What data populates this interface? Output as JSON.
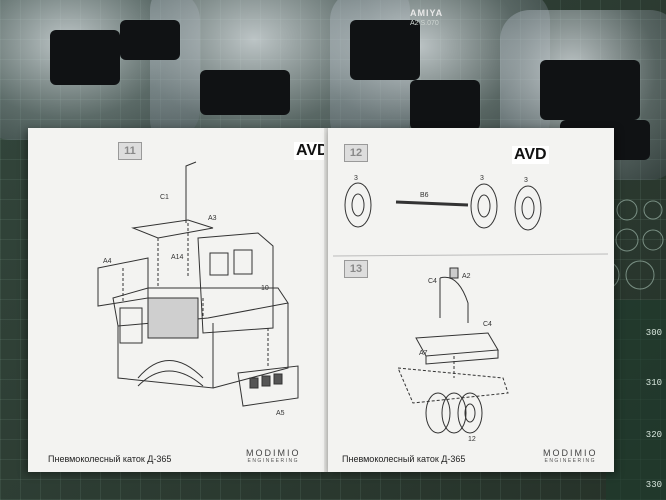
{
  "background": {
    "mat_brand_line1": "AMIYA",
    "mat_brand_line2": "A2 S.070"
  },
  "booklet": {
    "left_page": {
      "step_number": "11",
      "logo": "AVD",
      "part_labels": {
        "c1": "C1",
        "a3": "A3",
        "a4": "A4",
        "a14": "A14",
        "ten": "10",
        "a5": "A5"
      },
      "footer_title": "Пневмоколесный каток Д-365",
      "footer_brand": "MODIMIO",
      "footer_brand_sub": "ENGINEERING"
    },
    "right_page": {
      "step_number_top": "12",
      "logo": "AVD",
      "part_labels": {
        "wheel1": "3",
        "b6": "B6",
        "wheel2": "3",
        "wheel3": "3",
        "c4a": "C4",
        "a2": "A2",
        "c4b": "C4",
        "a7": "A7",
        "twelve": "12"
      },
      "step_number_mid": "13",
      "footer_title": "Пневмоколесный каток Д-365",
      "footer_brand": "MODIMIO",
      "footer_brand_sub": "ENGINEERING"
    }
  },
  "ruler": {
    "ticks": [
      "300",
      "310",
      "320",
      "330"
    ]
  },
  "colors": {
    "mat": "#2d3a33",
    "paper": "#f3f3f1",
    "ink": "#222222"
  }
}
